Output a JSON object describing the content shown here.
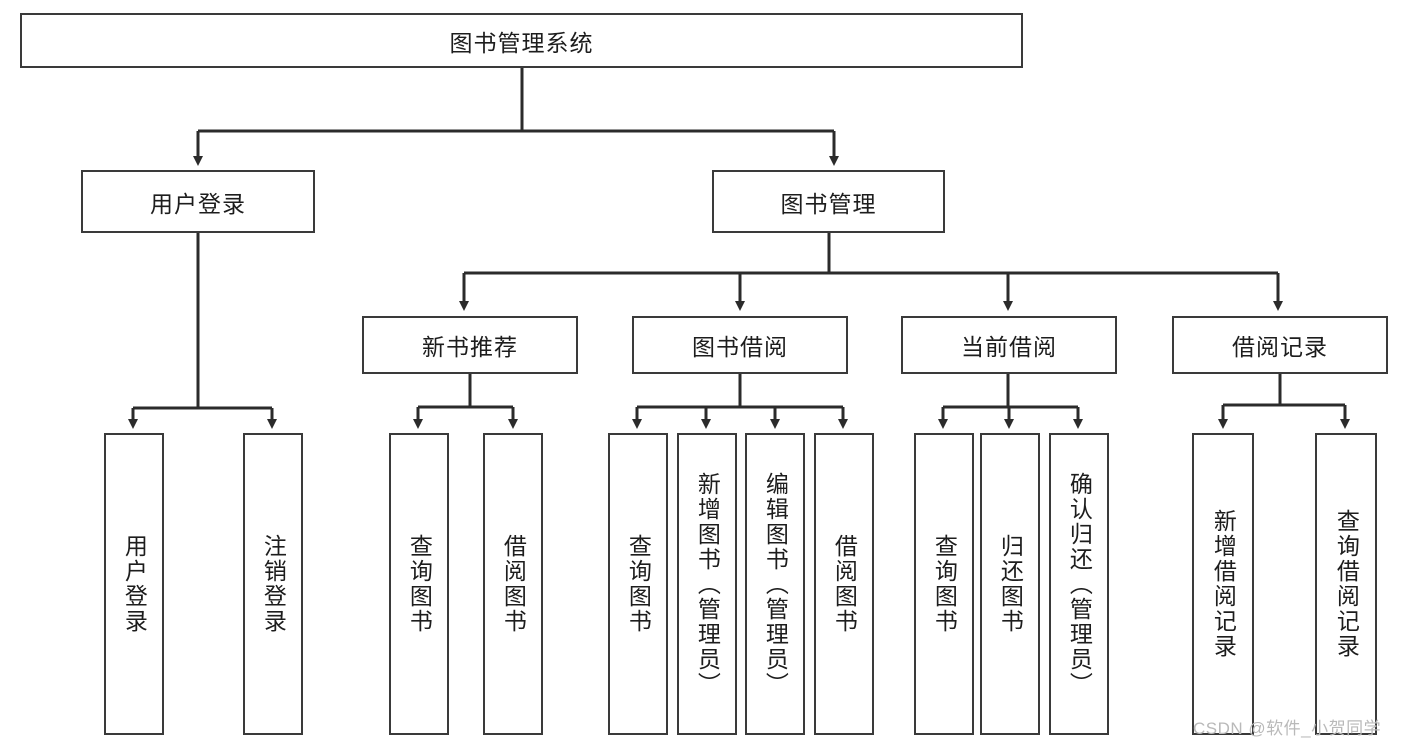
{
  "diagram": {
    "type": "tree",
    "title_node": "图书管理系统",
    "watermark": "CSDN @软件_小贺同学",
    "colors": {
      "box_border": "#3a3a3a",
      "box_fill": "#ffffff",
      "edge": "#2b2b2b",
      "text": "#1d1d1d",
      "watermark": "#b9b9b9",
      "background": "#ffffff"
    },
    "nodes": {
      "root": {
        "label": "图书管理系统",
        "orientation": "horizontal"
      },
      "level2": [
        {
          "id": "user-login",
          "label": "用户登录",
          "orientation": "horizontal"
        },
        {
          "id": "book-manage",
          "label": "图书管理",
          "orientation": "horizontal"
        }
      ],
      "level3": [
        {
          "id": "new-book-rec",
          "label": "新书推荐",
          "orientation": "horizontal"
        },
        {
          "id": "book-borrow",
          "label": "图书借阅",
          "orientation": "horizontal"
        },
        {
          "id": "current-borrow",
          "label": "当前借阅",
          "orientation": "horizontal"
        },
        {
          "id": "borrow-record",
          "label": "借阅记录",
          "orientation": "horizontal"
        }
      ],
      "leaves": [
        {
          "id": "leaf-user-login",
          "label": "用户登录",
          "parent": "user-login",
          "orientation": "vertical"
        },
        {
          "id": "leaf-logout-login",
          "label": "注销登录",
          "parent": "user-login",
          "orientation": "vertical"
        },
        {
          "id": "leaf-query-book-rec",
          "label": "查询图书",
          "parent": "new-book-rec",
          "orientation": "vertical"
        },
        {
          "id": "leaf-borrow-book-rec",
          "label": "借阅图书",
          "parent": "new-book-rec",
          "orientation": "vertical"
        },
        {
          "id": "leaf-query-book-borrow",
          "label": "查询图书",
          "parent": "book-borrow",
          "orientation": "vertical"
        },
        {
          "id": "leaf-add-book",
          "label": "新增图书（管理员）",
          "parent": "book-borrow",
          "orientation": "vertical"
        },
        {
          "id": "leaf-edit-book",
          "label": "编辑图书（管理员）",
          "parent": "book-borrow",
          "orientation": "vertical"
        },
        {
          "id": "leaf-borrow-book",
          "label": "借阅图书",
          "parent": "book-borrow",
          "orientation": "vertical"
        },
        {
          "id": "leaf-query-book-current",
          "label": "查询图书",
          "parent": "current-borrow",
          "orientation": "vertical"
        },
        {
          "id": "leaf-return-book",
          "label": "归还图书",
          "parent": "current-borrow",
          "orientation": "vertical"
        },
        {
          "id": "leaf-confirm-return",
          "label": "确认归还（管理员）",
          "parent": "current-borrow",
          "orientation": "vertical"
        },
        {
          "id": "leaf-add-record",
          "label": "新增借阅记录",
          "parent": "borrow-record",
          "orientation": "vertical"
        },
        {
          "id": "leaf-query-record",
          "label": "查询借阅记录",
          "parent": "borrow-record",
          "orientation": "vertical"
        }
      ]
    }
  }
}
